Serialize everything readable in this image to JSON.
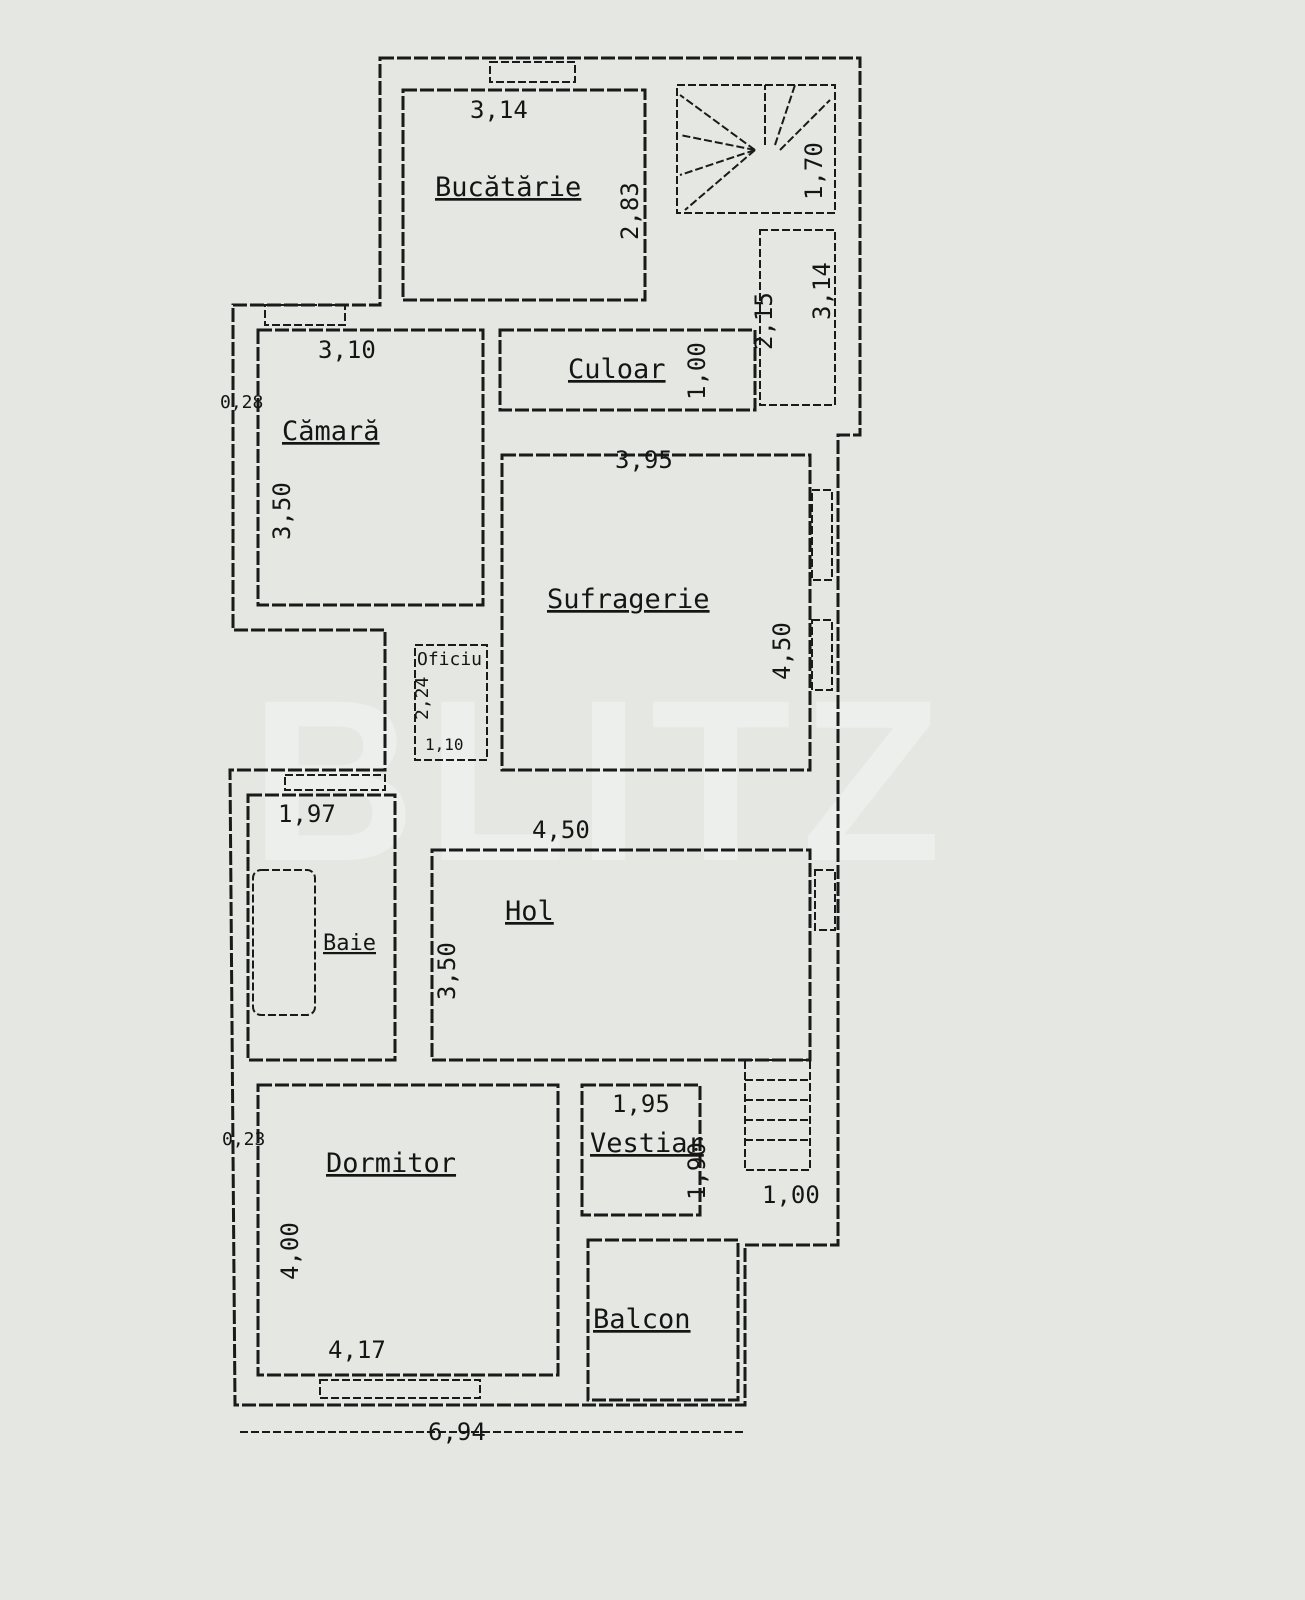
{
  "watermark": "BLITZ",
  "rooms": {
    "bucatarie": "Bucătărie",
    "culoar": "Culoar",
    "camara": "Cămară",
    "sufragerie": "Sufragerie",
    "oficiu": "Oficiu",
    "baie": "Baie",
    "hol": "Hol",
    "dormitor": "Dormitor",
    "vestiar": "Vestiar",
    "balcon": "Balcon"
  },
  "dimensions": {
    "bucatarie_width": "3,14",
    "bucatarie_depth": "2,83",
    "stair_depth": "1,70",
    "stair_hall_depth": "2,15",
    "stair_hall_width": "3,14",
    "camara_width": "3,10",
    "camara_wall": "0,28",
    "camara_depth": "3,50",
    "culoar_width": "1,00",
    "sufragerie_width": "3,95",
    "sufragerie_depth": "4,50",
    "oficiu_depth": "2,24",
    "oficiu_width": "1,10",
    "baie_width": "1,97",
    "hol_width": "4,50",
    "hol_depth": "3,50",
    "vestiar_width": "1,95",
    "vestiar_depth": "1,90",
    "entry_stair_width": "1,00",
    "dormitor_wall": "0,23",
    "dormitor_depth": "4,00",
    "dormitor_width": "4,17",
    "total_width": "6,94"
  }
}
